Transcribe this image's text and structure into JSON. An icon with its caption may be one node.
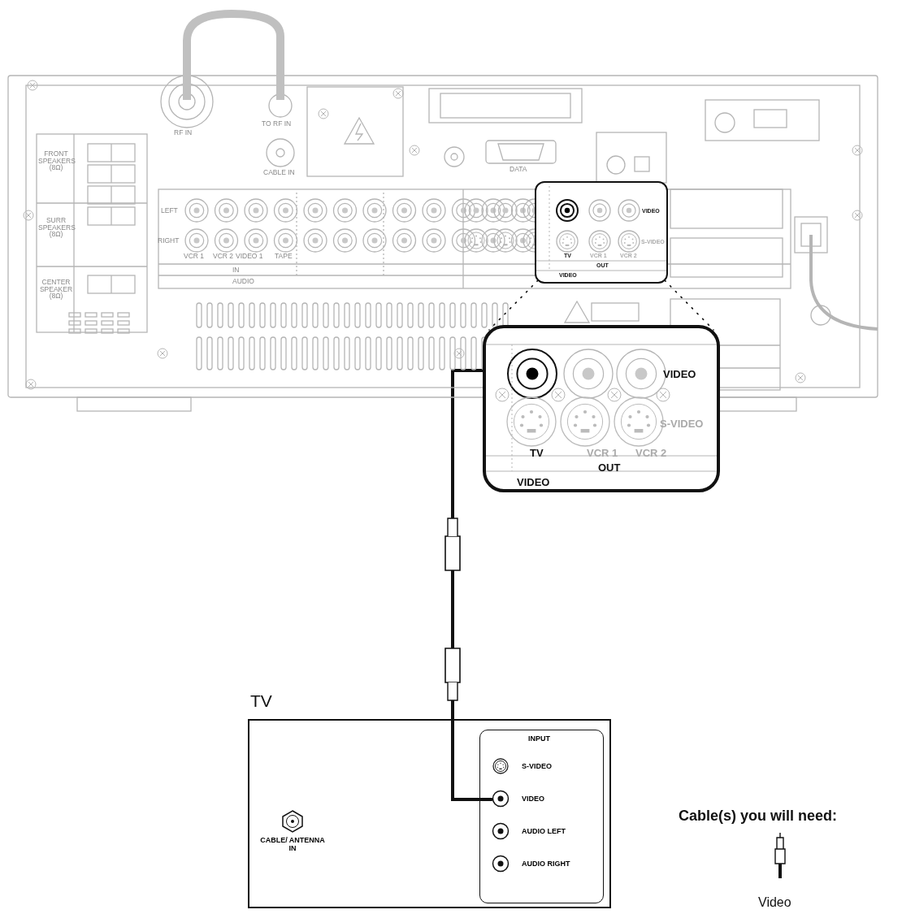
{
  "diagram": {
    "nodes": [
      {
        "text": [],
        "shape": "picture"
      },
      {
        "text": [
          "VIDEO",
          "S-VIDEO",
          "TV",
          "VCR 1",
          "VCR 2",
          "OUT",
          "VIDEO"
        ],
        "in": 0
      },
      {
        "text": [
          "VIDEO",
          "S-VIDEO",
          "TV",
          "VCR 1",
          "VCR 2",
          "OUT",
          "VIDEO"
        ]
      },
      {
        "text": [
          "TV"
        ]
      },
      {
        "text": [
          "INPUT"
        ],
        "in": 3
      },
      {
        "text": [
          "S-VIDEO"
        ],
        "in": 4
      },
      {
        "text": [
          "VIDEO"
        ],
        "in": 4
      },
      {
        "text": [
          "AUDIO LEFT"
        ],
        "in": 4
      },
      {
        "text": [
          "AUDIO RIGHT"
        ],
        "in": 4
      },
      {
        "text": [
          "CABLE/ ANTENNA IN"
        ],
        "in": 3
      }
    ],
    "edges": [
      {
        "from": 1,
        "to": 2,
        "arrow": "none",
        "style": "dashed"
      },
      {
        "from": 1,
        "to": 2,
        "arrow": "none",
        "style": "dashed"
      },
      {
        "from": 2,
        "to": 6,
        "arrow": "none",
        "style": "thick"
      }
    ],
    "labels": [
      "RF IN",
      "TO RF IN",
      "CABLE IN",
      "DATA",
      "LEFT",
      "RIGHT",
      "VCR 1",
      "VCR 2",
      "VIDEO 1",
      "TAPE",
      "IN",
      "AUDIO",
      "FRONT SPEAKERS (8Ω)",
      "SURR SPEAKERS (8Ω)",
      "CENTER SPEAKER (8Ω)",
      "Cable(s) you will need:"
    ],
    "legend": [
      {
        "text": "Video"
      }
    ]
  }
}
